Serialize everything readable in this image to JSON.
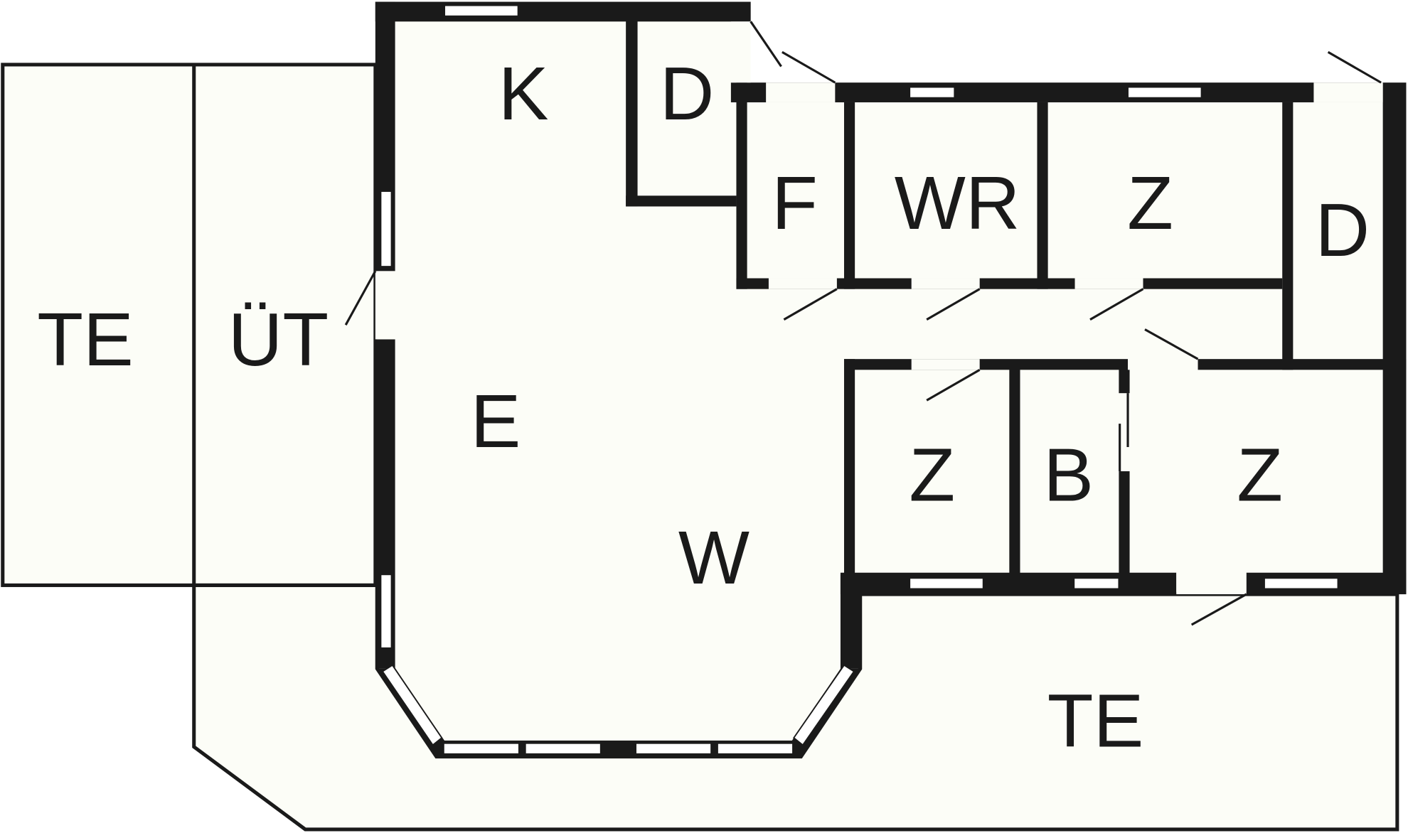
{
  "plan": {
    "rooms": [
      {
        "label": "TE"
      },
      {
        "label": "ÜT"
      },
      {
        "label": "K"
      },
      {
        "label": "D"
      },
      {
        "label": "F"
      },
      {
        "label": "WR"
      },
      {
        "label": "Z"
      },
      {
        "label": "D"
      },
      {
        "label": "E"
      },
      {
        "label": "W"
      },
      {
        "label": "Z"
      },
      {
        "label": "B"
      },
      {
        "label": "Z"
      },
      {
        "label": "TE"
      }
    ],
    "colors": {
      "wall": "#1a1a1a",
      "floor": "#fcfdf7"
    }
  }
}
